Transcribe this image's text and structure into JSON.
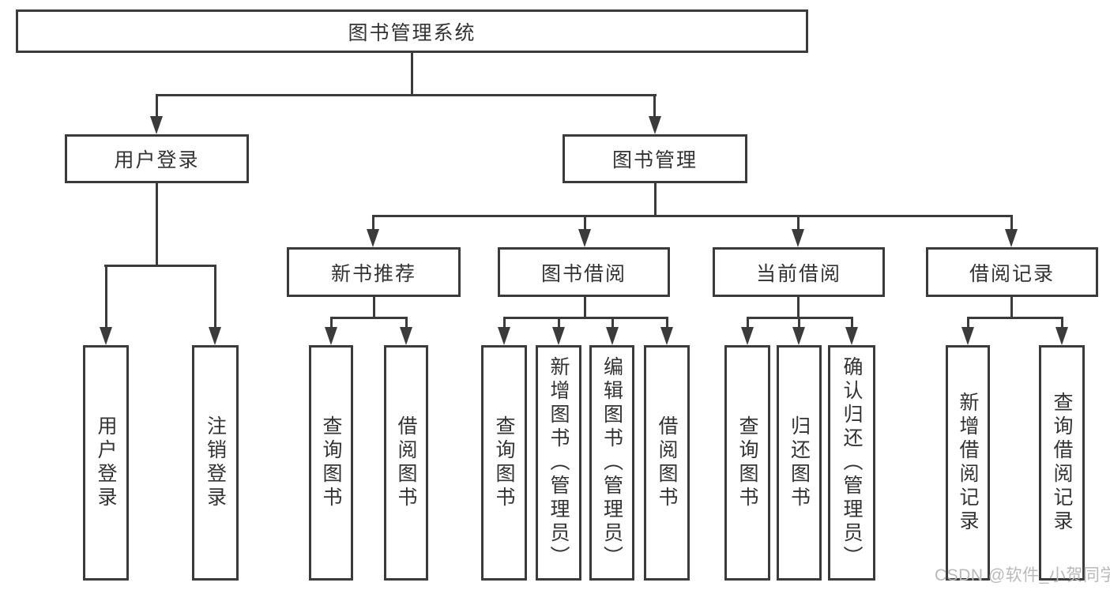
{
  "diagram": {
    "title": "图书管理系统",
    "colors": {
      "line": "#3b3b3b",
      "text": "#333333",
      "box_fill": "#ffffff",
      "watermark": "#b9b9b9",
      "background": "#ffffff"
    },
    "nodes": {
      "root": "图书管理系统",
      "user_login": "用户登录",
      "book_mgmt": "图书管理",
      "new_book_rec": "新书推荐",
      "book_borrow": "图书借阅",
      "current_borrow": "当前借阅",
      "borrow_records": "借阅记录",
      "login_user_login": "用户登录",
      "login_logout": "注销登录",
      "rec_query_books": "查询图书",
      "rec_borrow_books": "借阅图书",
      "bor_query_books": "查询图书",
      "bor_add_books": "新增图书（管理员）",
      "bor_edit_books": "编辑图书（管理员）",
      "bor_borrow_books": "借阅图书",
      "cur_query_books": "查询图书",
      "cur_return_books": "归还图书",
      "cur_confirm_return": "确认归还（管理员）",
      "rcd_add_record": "新增借阅记录",
      "rcd_query_record": "查询借阅记录"
    },
    "watermark": "CSDN @软件_小贺同学"
  }
}
